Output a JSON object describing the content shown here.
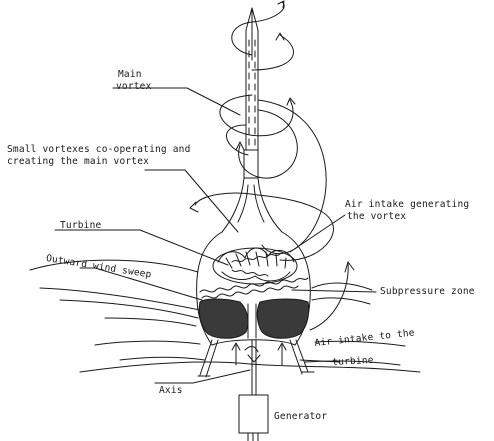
{
  "labels": {
    "main_vortex_1": "Main",
    "main_vortex_2": "vortex",
    "small_vortexes_1": "Small vortexes co-operating and",
    "small_vortexes_2": "creating the main vortex",
    "air_intake_vortex_1": "Air intake generating",
    "air_intake_vortex_2": "the vortex",
    "turbine": "Turbine",
    "outward_wind_sweep": "Outward wind sweep",
    "subpressure_zone": "Subpressure zone",
    "air_intake_turbine_1": "Air intake to the",
    "air_intake_turbine_2": "turbine",
    "axis": "Axis",
    "generator": "Generator"
  },
  "colors": {
    "ink": "#1a1a1a",
    "fill_dark": "#3a3a3a",
    "paper": "#ffffff"
  }
}
